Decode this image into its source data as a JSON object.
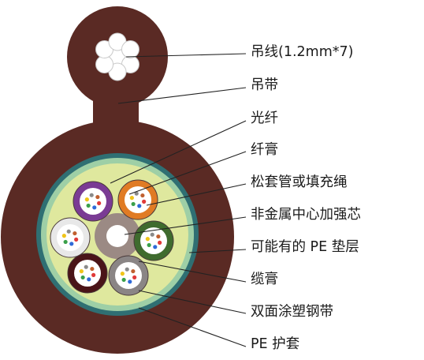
{
  "labels": [
    "吊线(1.2mm*7)",
    "吊带",
    "光纤",
    "纤膏",
    "松套管或填充绳",
    "非金属中心加强芯",
    "可能有的 PE 垫层",
    "缆膏",
    "双面涂塑钢带",
    "PE 护套"
  ],
  "colors": {
    "jacket": "#5a2a24",
    "steel_tape": "#2f6f73",
    "pe_bedding": "#9ecfa6",
    "cable_compound": "#dfe89e",
    "center_member": "#9b8a84",
    "tube_colors": [
      "#7a3b94",
      "#e07b24",
      "#3f6b2e",
      "#8a8585",
      "#4a1418",
      "#e8e8e8"
    ],
    "leader_line": "#222222"
  },
  "icons": [
    "messenger-wire-icon",
    "fiber-icon",
    "loose-tube-icon"
  ]
}
